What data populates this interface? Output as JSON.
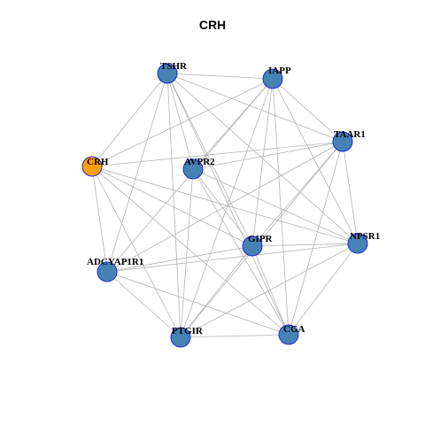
{
  "title": "CRH",
  "colors": {
    "highlight_node": "#ff9f00",
    "default_node": "#4682b4",
    "node_border": "#1c2bd6",
    "edge": "#b3b3b3",
    "background": "#ffffff"
  },
  "nodes": [
    {
      "id": "CRH",
      "label": "CRH",
      "highlight": true
    },
    {
      "id": "TSHR",
      "label": "TSHR",
      "highlight": false
    },
    {
      "id": "IAPP",
      "label": "IAPP",
      "highlight": false
    },
    {
      "id": "TAAR1",
      "label": "TAAR1",
      "highlight": false
    },
    {
      "id": "AVPR2",
      "label": "AVPR2",
      "highlight": false
    },
    {
      "id": "NPSR1",
      "label": "NPSR1",
      "highlight": false
    },
    {
      "id": "GIPR",
      "label": "GIPR",
      "highlight": false
    },
    {
      "id": "ADCYAP1R1",
      "label": "ADCYAP1R1",
      "highlight": false
    },
    {
      "id": "PTGIR",
      "label": "PTGIR",
      "highlight": false
    },
    {
      "id": "CGA",
      "label": "CGA",
      "highlight": false
    }
  ],
  "edges": [
    [
      "CRH",
      "TSHR"
    ],
    [
      "CRH",
      "IAPP"
    ],
    [
      "CRH",
      "TAAR1"
    ],
    [
      "CRH",
      "NPSR1"
    ],
    [
      "CRH",
      "GIPR"
    ],
    [
      "CRH",
      "ADCYAP1R1"
    ],
    [
      "CRH",
      "PTGIR"
    ],
    [
      "CRH",
      "CGA"
    ],
    [
      "TSHR",
      "IAPP"
    ],
    [
      "TSHR",
      "TAAR1"
    ],
    [
      "TSHR",
      "NPSR1"
    ],
    [
      "TSHR",
      "GIPR"
    ],
    [
      "TSHR",
      "PTGIR"
    ],
    [
      "TSHR",
      "CGA"
    ],
    [
      "TSHR",
      "ADCYAP1R1"
    ],
    [
      "TSHR",
      "AVPR2"
    ],
    [
      "IAPP",
      "TAAR1"
    ],
    [
      "IAPP",
      "ADCYAP1R1"
    ],
    [
      "IAPP",
      "PTGIR"
    ],
    [
      "IAPP",
      "GIPR"
    ],
    [
      "IAPP",
      "NPSR1"
    ],
    [
      "IAPP",
      "AVPR2"
    ],
    [
      "IAPP",
      "CGA"
    ],
    [
      "TAAR1",
      "AVPR2"
    ],
    [
      "TAAR1",
      "ADCYAP1R1"
    ],
    [
      "TAAR1",
      "PTGIR"
    ],
    [
      "TAAR1",
      "NPSR1"
    ],
    [
      "TAAR1",
      "CGA"
    ],
    [
      "TAAR1",
      "GIPR"
    ],
    [
      "AVPR2",
      "NPSR1"
    ],
    [
      "AVPR2",
      "GIPR"
    ],
    [
      "AVPR2",
      "PTGIR"
    ],
    [
      "AVPR2",
      "CGA"
    ],
    [
      "NPSR1",
      "GIPR"
    ],
    [
      "NPSR1",
      "ADCYAP1R1"
    ],
    [
      "NPSR1",
      "PTGIR"
    ],
    [
      "NPSR1",
      "CGA"
    ],
    [
      "GIPR",
      "ADCYAP1R1"
    ],
    [
      "GIPR",
      "PTGIR"
    ],
    [
      "GIPR",
      "CGA"
    ],
    [
      "ADCYAP1R1",
      "PTGIR"
    ],
    [
      "ADCYAP1R1",
      "CGA"
    ],
    [
      "PTGIR",
      "CGA"
    ]
  ]
}
